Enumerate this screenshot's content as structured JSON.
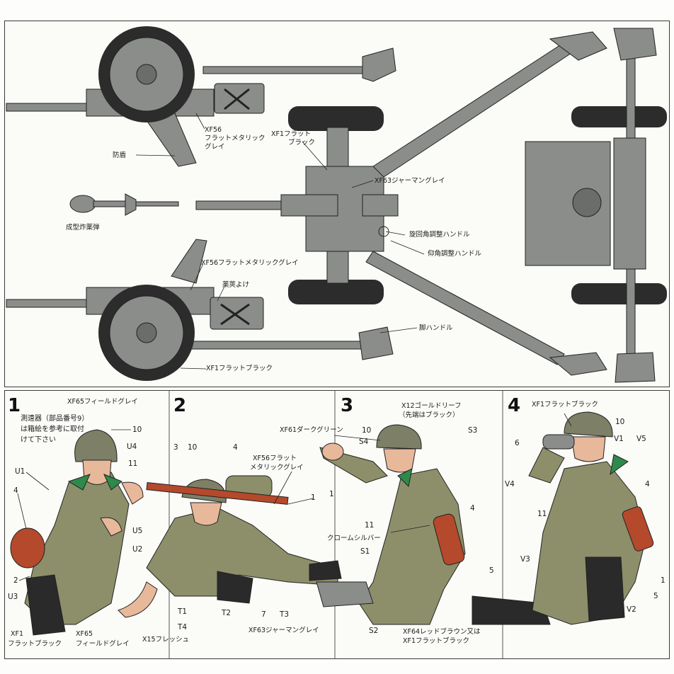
{
  "top_panel": {
    "labels": {
      "xf56_1": "XF56",
      "xf56_2": "フラットメタリック",
      "xf56_3": "グレイ",
      "shield": "防盾",
      "xf1_1": "XF1フラット",
      "xf1_2": "ブラック",
      "xf63": "XF63ジャーマングレイ",
      "traverse": "旋回角調整ハンドル",
      "elevation": "仰角調整ハンドル",
      "shell": "成型炸薬弾",
      "xf56_full": "XF56フラットメタリックグレイ",
      "casing_guard": "薬莢よけ",
      "leg_handle": "脚ハンドル",
      "xf1_bottom": "XF1フラットブラック"
    }
  },
  "steps": [
    {
      "number": "1",
      "labels": {
        "xf65": "XF65フィールドグレイ",
        "note": "測遠器（部品番号9）は箱絵を参考に取付けて下さい",
        "n10": "10",
        "u4": "U4",
        "n11": "11",
        "u1": "U1",
        "n4": "4",
        "u5": "U5",
        "u2": "U2",
        "n2": "2",
        "u3": "U3",
        "xf1_a": "XF1",
        "xf1_b": "フラットブラック",
        "xf65_a": "XF65",
        "xf65_b": "フィールドグレイ"
      }
    },
    {
      "number": "2",
      "labels": {
        "n3": "3",
        "n10": "10",
        "n4": "4",
        "xf56_a": "XF56フラット",
        "xf56_b": "メタリックグレイ",
        "n1": "1",
        "t1": "T1",
        "t2": "T2",
        "t4": "T4",
        "n7": "7",
        "t3": "T3",
        "xf63": "XF63ジャーマングレイ",
        "x15": "X15フレッシュ"
      }
    },
    {
      "number": "3",
      "labels": {
        "x12_a": "X12ゴールドリーフ",
        "x12_b": "（先端はブラック）",
        "xf61": "XF61ダークグリーン",
        "n10": "10",
        "s4": "S4",
        "s3": "S3",
        "n1": "1",
        "n4": "4",
        "n11": "11",
        "chrome": "クロームシルバー",
        "s1": "S1",
        "n5": "5",
        "s2": "S2",
        "xf64_a": "XF64レッドブラウン又は",
        "xf64_b": "XF1フラットブラック"
      }
    },
    {
      "number": "4",
      "labels": {
        "xf1": "XF1フラットブラック",
        "n10": "10",
        "n6": "6",
        "v1": "V1",
        "v5": "V5",
        "v4": "V4",
        "n4": "4",
        "n11": "11",
        "v3": "V3",
        "n1": "1",
        "n5": "5",
        "v2": "V2"
      }
    }
  ],
  "colors": {
    "gun_grey": "#8a8d8a",
    "tyre_black": "#2c2c2c",
    "uniform": "#8d8f6a",
    "collar_green": "#2e8a4a",
    "helmet": "#7d7f66",
    "skin": "#e8b89a",
    "boots": "#2a2a2a",
    "red_brown": "#b5492c"
  }
}
